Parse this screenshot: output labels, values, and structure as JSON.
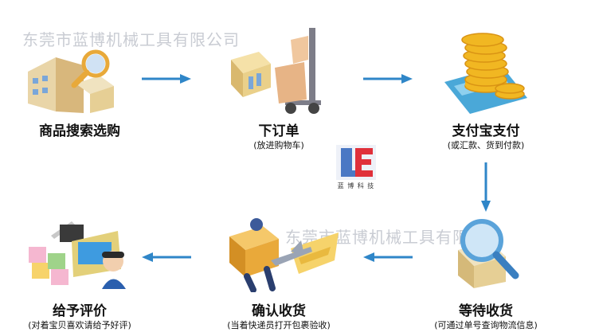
{
  "watermark": {
    "line1": "东莞市蓝博机械工具有限公司",
    "line2": "东莞市蓝博机械工具有限公司"
  },
  "logo": {
    "text": "蓝 博 科 技"
  },
  "steps": [
    {
      "title": "商品搜索选购",
      "subtitle": ""
    },
    {
      "title": "下订单",
      "subtitle": "(放进购物车)"
    },
    {
      "title": "支付宝支付",
      "subtitle": "(或汇款、货到付款)"
    },
    {
      "title": "等待收货",
      "subtitle": "(可通过单号查询物流信息)"
    },
    {
      "title": "确认收货",
      "subtitle": "(当着快递员打开包裹验收)"
    },
    {
      "title": "给予评价",
      "subtitle": "(对着宝贝喜欢请给予好评)"
    }
  ],
  "colors": {
    "arrow": "#2f86c8",
    "text": "#111111",
    "watermark": "#c9ccd3",
    "logo_blue": "#4a78c4",
    "logo_red": "#e0303a"
  }
}
